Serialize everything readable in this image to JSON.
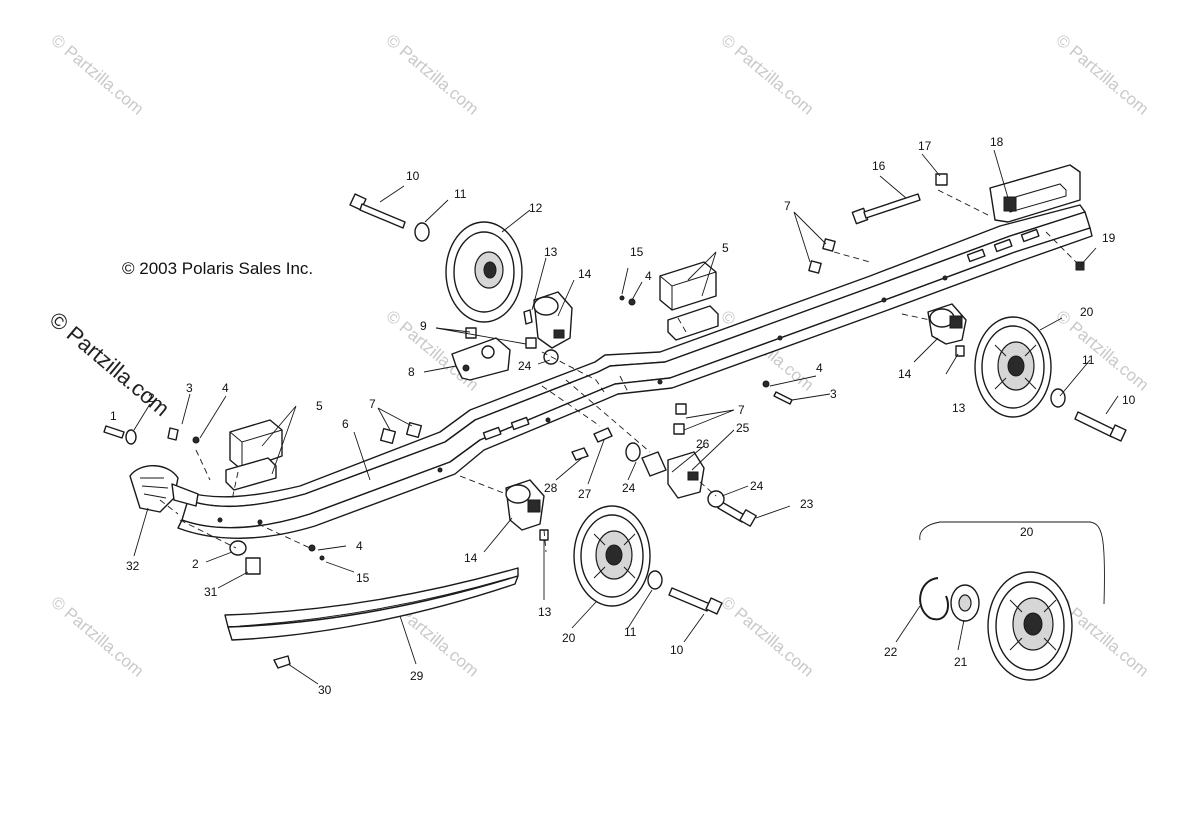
{
  "diagram": {
    "copyright": "© 2003 Polaris Sales Inc.",
    "watermark": "© Partzilla.com",
    "watermark_side": "© Partzilla.com",
    "callouts": [
      "10",
      "11",
      "12",
      "13",
      "14",
      "15",
      "4",
      "5",
      "16",
      "17",
      "18",
      "7",
      "19",
      "9",
      "8",
      "24",
      "6",
      "3",
      "2",
      "1",
      "20",
      "5",
      "7",
      "4",
      "3",
      "28",
      "27",
      "24",
      "26",
      "25",
      "24",
      "23",
      "14",
      "13",
      "20",
      "11",
      "10",
      "32",
      "2",
      "4",
      "15",
      "31",
      "29",
      "30",
      "20",
      "22",
      "21",
      "11",
      "10",
      "13",
      "14",
      "7"
    ],
    "colors": {
      "line": "#1a1a1a",
      "watermark": "#c9c9c9",
      "background": "#ffffff"
    }
  }
}
